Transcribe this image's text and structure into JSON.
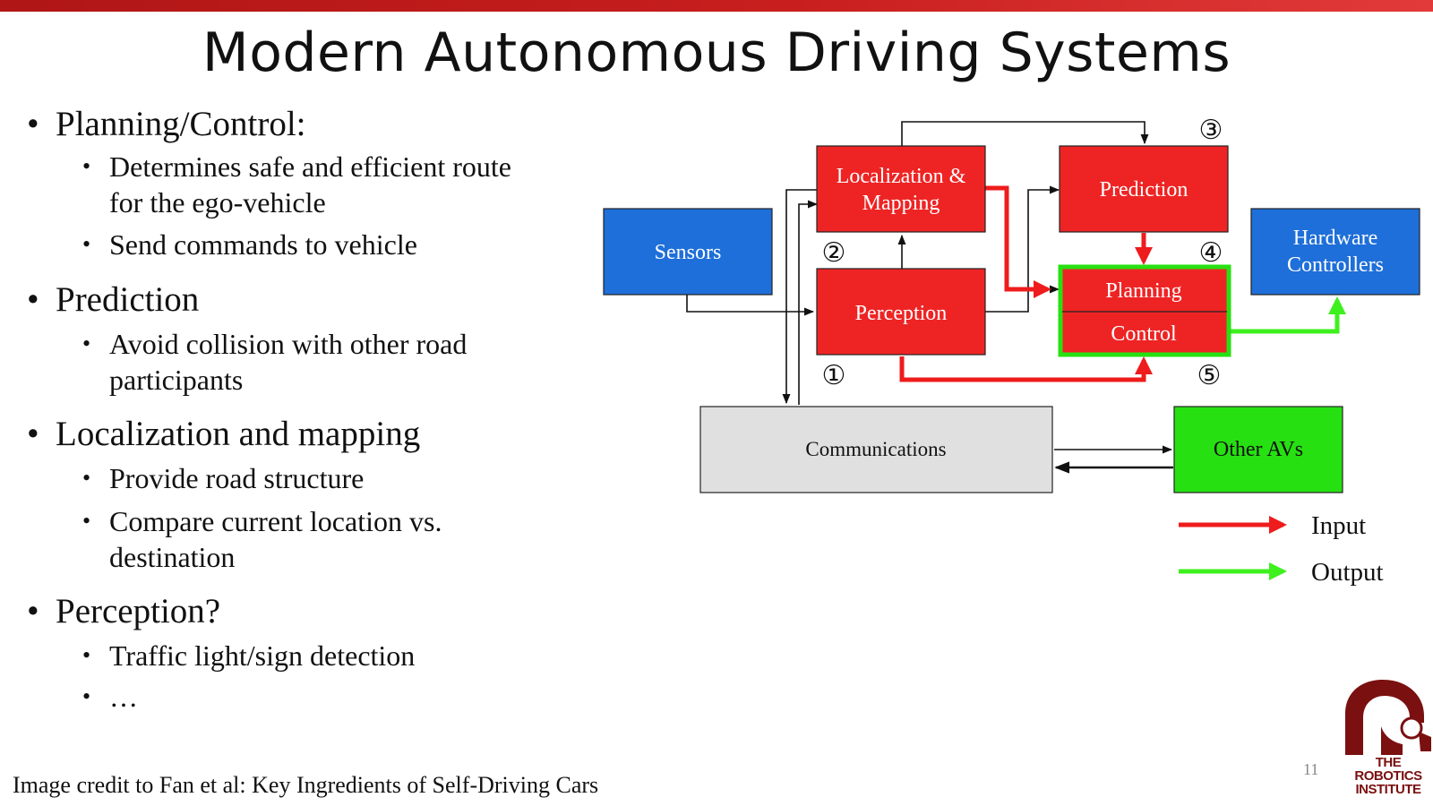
{
  "slide": {
    "title": "Modern Autonomous Driving Systems",
    "page_number": "11",
    "credit": "Image credit to Fan et al: Key Ingredients of Self-Driving Cars"
  },
  "bullets": [
    {
      "text": "Planning/Control:",
      "subs": [
        [
          "Determines safe and efficient route",
          "for the ego-vehicle"
        ],
        [
          "Send commands to vehicle"
        ]
      ]
    },
    {
      "text": "Prediction",
      "subs": [
        [
          "Avoid collision with other road",
          "participants"
        ]
      ]
    },
    {
      "text": "Localization and mapping",
      "subs": [
        [
          "Provide road structure"
        ],
        [
          "Compare current location vs.",
          "destination"
        ]
      ]
    },
    {
      "text": "Perception?",
      "subs": [
        [
          "Traffic light/sign detection"
        ],
        [
          "…"
        ]
      ]
    }
  ],
  "diagram": {
    "boxes": {
      "sensors": "Sensors",
      "localization_line1": "Localization &",
      "localization_line2": "Mapping",
      "perception": "Perception",
      "prediction": "Prediction",
      "planning": "Planning",
      "control": "Control",
      "hardware_line1": "Hardware",
      "hardware_line2": "Controllers",
      "communications": "Communications",
      "other_avs": "Other AVs"
    },
    "markers": {
      "m1": "①",
      "m2": "②",
      "m3": "③",
      "m4": "④",
      "m5": "⑤"
    },
    "legend": {
      "input": "Input",
      "output": "Output"
    },
    "colors": {
      "red_box": "#ee2424",
      "blue_box": "#1e6fd9",
      "green_box": "#27e012",
      "gray_box": "#e0e0e0",
      "input_arrow": "#ee1c1c",
      "output_arrow": "#3ef01e"
    }
  },
  "logo": {
    "line1": "THE",
    "line2": "ROBOTICS",
    "line3": "INSTITUTE"
  }
}
